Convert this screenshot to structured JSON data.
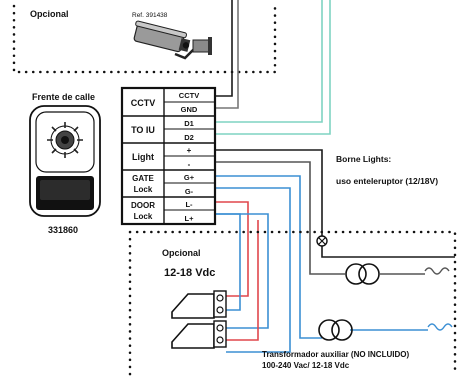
{
  "top_box": {
    "title": "Opcional",
    "camera_ref": "Ref. 391438"
  },
  "door_panel": {
    "title": "Frente de calle",
    "model": "331860"
  },
  "terminal_block": {
    "groups": [
      {
        "name": "CCTV",
        "pins": [
          "CCTV",
          "GND"
        ]
      },
      {
        "name": "TO IU",
        "pins": [
          "D1",
          "D2"
        ]
      },
      {
        "name": "Light",
        "pins": [
          "+",
          "-"
        ]
      },
      {
        "name_lines": [
          "GATE",
          "Lock"
        ],
        "pins": [
          "G+",
          "G-"
        ]
      },
      {
        "name_lines": [
          "DOOR",
          "Lock"
        ],
        "pins": [
          "L-",
          "L+"
        ]
      }
    ]
  },
  "borne_note": {
    "line1": "Borne Lights:",
    "line2": "uso enteleruptor (12/18V)"
  },
  "bottom_box": {
    "title": "Opcional",
    "voltage": "12-18 Vdc",
    "transformer_line1": "Transformador auxiliar (NO INCLUIDO)",
    "transformer_line2": "100-240 Vac/ 12-18 Vdc"
  },
  "colors": {
    "cyan_wire": "#7fd3c2",
    "blue_wire": "#3b8fd4",
    "red_wire": "#e0474c",
    "dark": "#1a1a1a",
    "gray_wire": "#555555"
  }
}
